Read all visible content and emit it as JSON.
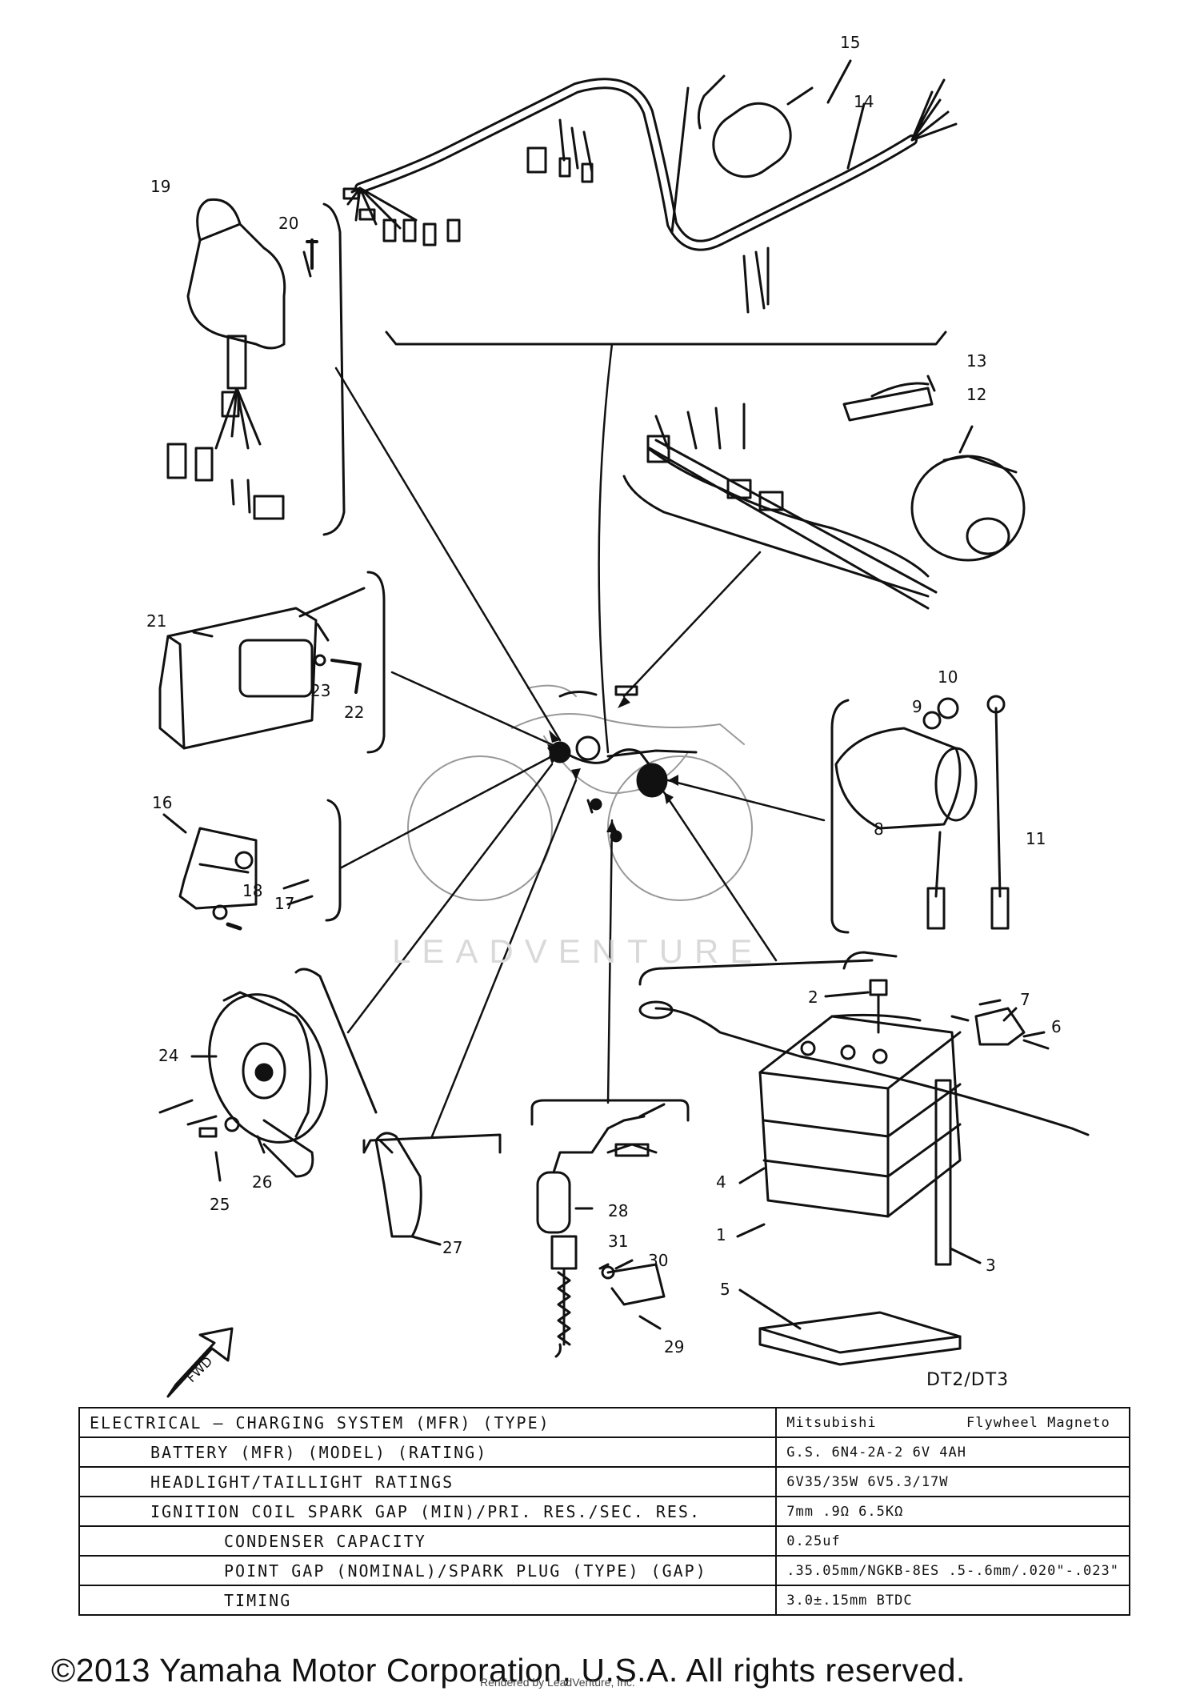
{
  "model": "DT2/DT3",
  "watermark": "LEADVENTURE",
  "callouts": [
    "1",
    "2",
    "3",
    "4",
    "5",
    "6",
    "7",
    "8",
    "9",
    "10",
    "11",
    "12",
    "13",
    "14",
    "15",
    "16",
    "17",
    "18",
    "19",
    "20",
    "21",
    "22",
    "23",
    "24",
    "25",
    "26",
    "27",
    "28",
    "29",
    "30",
    "31"
  ],
  "fwd_label": "FWD",
  "spec_table": {
    "title": "ELECTRICAL – CHARGING SYSTEM (MFR) (TYPE)",
    "title_value_1": "Mitsubishi",
    "title_value_2": "Flywheel Magneto",
    "rows": [
      {
        "label": "BATTERY (MFR) (MODEL) (RATING)",
        "value": "G.S. 6N4-2A-2          6V 4AH"
      },
      {
        "label": "HEADLIGHT/TAILLIGHT RATINGS",
        "value": "6V35/35W          6V5.3/17W"
      },
      {
        "label": "IGNITION COIL SPARK GAP (MIN)/PRI. RES./SEC. RES.",
        "value": "7mm          .9Ω          6.5KΩ"
      },
      {
        "label": "CONDENSER CAPACITY",
        "value": "0.25uf"
      },
      {
        "label": "POINT GAP (NOMINAL)/SPARK PLUG (TYPE) (GAP)",
        "value": ".35.05mm/NGKB-8ES .5-.6mm/.020\"-.023\""
      },
      {
        "label": "TIMING",
        "value": "3.0±.15mm BTDC"
      }
    ]
  },
  "copyright": "©2013 Yamaha Motor Corporation, U.S.A. All rights reserved.",
  "credit": "Rendered by LeadVenture, Inc."
}
